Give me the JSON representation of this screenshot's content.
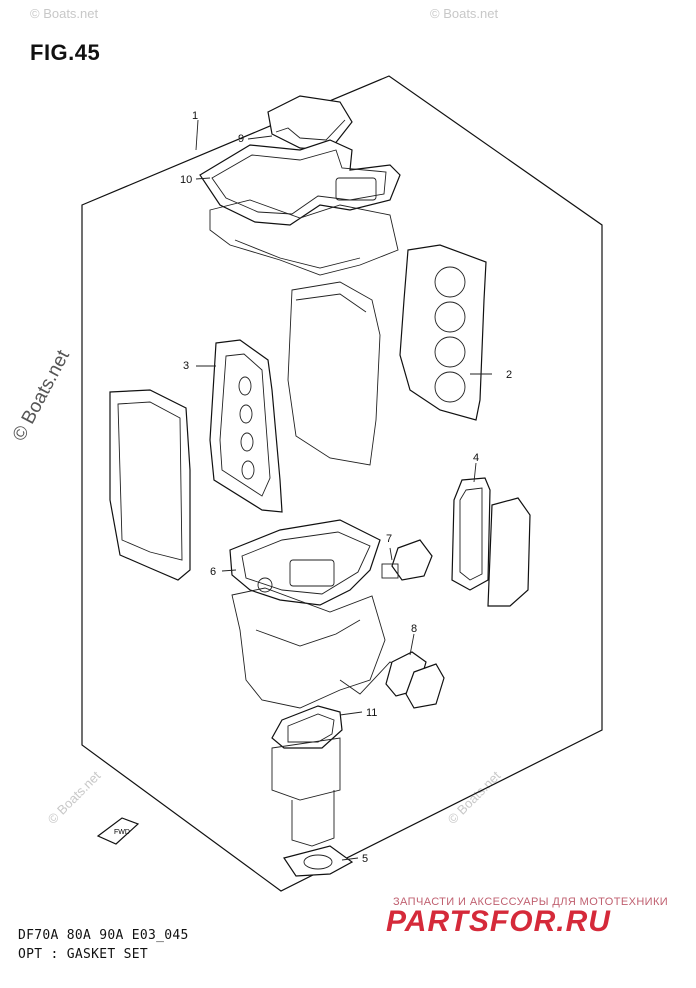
{
  "figure": {
    "title": "FIG.45"
  },
  "callouts": [
    {
      "num": "1"
    },
    {
      "num": "2"
    },
    {
      "num": "3"
    },
    {
      "num": "4"
    },
    {
      "num": "5"
    },
    {
      "num": "6"
    },
    {
      "num": "7"
    },
    {
      "num": "8"
    },
    {
      "num": "9"
    },
    {
      "num": "10"
    },
    {
      "num": "11"
    }
  ],
  "watermarks": {
    "main": "© Boats.net",
    "faint": "© Boats.net"
  },
  "footer": {
    "model_line": "DF70A 80A 90A E03_045",
    "section_line": "OPT : GASKET SET"
  },
  "brand": {
    "tagline": "ЗАПЧАСТИ И АКСЕССУАРЫ ДЛЯ МОТОТЕХНИКИ",
    "name": "PARTSFOR.RU"
  },
  "fwd_label": "FWD"
}
